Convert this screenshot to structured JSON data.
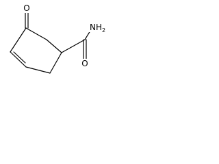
{
  "structure": {
    "atoms": {
      "ketone_oxygen": "O",
      "amide_oxygen": "O",
      "amide_nitrogen": "NH",
      "amide_nitrogen_subscript": "2"
    }
  },
  "colors": {
    "bond": "#000000",
    "background": "#ffffff"
  }
}
